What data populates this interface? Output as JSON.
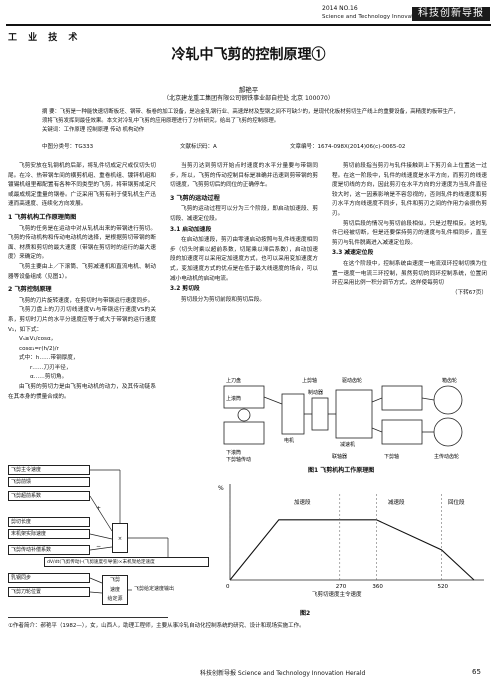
{
  "header": {
    "issue": "2014  NO.16",
    "journal_en": "Science and Technology Innovation Herald",
    "badge": "科技创新导报",
    "section": "工 业 技 术"
  },
  "article": {
    "title": "冷轧中飞剪的控制原理①",
    "author": "郝艳平",
    "affiliation": "（北京建龙重工集团有限公司钢铁事业部自控处   北京   100070）",
    "abstract": "摘  要：飞剪是一种能快速切断板坯、钢带、板卷的加工设备，是冶金轧钢行业、高速焊材及型钢之间不可缺少的，是现代化板材剪切生产线上的重要设备，高精度的板带生产，须将飞剪发挥到最佳效果。本文对冷轧中飞剪的应用原理进行了分析研究，给出了飞剪的控制原理。",
    "keywords": "关键词：工作原理   控制原理   传动   机构动作",
    "clc": "中图分类号：TG333",
    "doc_code": "文献标识码：A",
    "article_no": "文章编号：1674-098X(2014)06(c)-0065-02"
  },
  "col1": {
    "intro": "飞剪安放在轧钢机的后部，将轧件切成定尺或仅切头切尾。在冷、热带钢车间的横剪机组、重卷机组、镀锌机组和镀锡机组里都配置有各种不同类型的飞剪，将带钢剪成定尺或最成规定重量的钢卷。广泛采用飞剪有利于使轧机生产迅速而高速度、连续化方向发展。",
    "h1": "1  飞剪机构工作原理简图",
    "p1": "飞剪的任务是在运动中对从轧机出来的带钢进行剪切。飞剪的传动机构和传动电动机的选择，是根据剪切带钢的断面、材质和剪切的最大速度（带钢在剪切时的运行的最大速度）来确定的。",
    "p2": "飞剪主要由上／下滚筒、飞剪减速机和直流电机、制动器等设备组成（见图1）。",
    "h2": "2  飞剪控制原理",
    "p3": "飞剪的刀片旋转速度，在剪切时与带钢运行速度同步。",
    "p4": "飞剪刀盘上的刀刃切线速度V₁与带钢运行速度VS的关系，剪切时刀片的水平分速度应等于或大于带钢的运行速度V₁，如下式：",
    "f1": "Vₛ≥V₁/cosα，",
    "f2": "cosα₁=r(h/2)/r",
    "f3": "式中：h……带钢厚度，",
    "f4": "r……刀刃半径，",
    "f5": "α……剪切角。",
    "p5": "由飞剪的剪切力是由飞剪电动机的动力，及其传动链系在其本身的惯量合成的。"
  },
  "col2": {
    "p1": "当剪刃达到剪切开始点时速度的水平分量要与带钢同步，所以，飞剪的传动控制目标是准确并迅速到剪带钢的剪切速度，飞剪剪切后的同位的正确停车。",
    "h3": "3  飞剪的运动过程",
    "p2": "飞剪的运动过程可以分为三个阶段，即启动加速段、剪切段、减速定位段。",
    "h31": "3.1  启动加速段",
    "p3": "在启动加速段，剪刃由零速启动按照与轧件线速度相同步（切头时乘以超前系数，切尾乘以滞后系数），启动加速段的加速度可以采用定加速度方式，也可以采用变加速度方式，变加速度方式的优点是在低于最大线速度的场合，可以减小电动机的启动电流。",
    "h32": "3.2  剪切段",
    "p4": "剪切段分为剪切前段和剪切后段。"
  },
  "col3": {
    "p1": "剪切前段指当剪刃与轧件接触到上下剪刃合上位置这一过程。在这一阶段中，轧件的线速度是水平方向，而剪刃的线速度是切线的方向，因此剪刃在水平方向的分速度为当轧件直径较大时，这一因素影响是不容忽视的，否则轧件的线速度和剪刃水平方向线速度不同步，轧件和剪刃之间的作用力会损伤剪刃。",
    "p2": "剪切后段的情况与剪切前段相似，只是过程相反。这时轧件已经被切断，但是还要保持剪刃的速度与轧件相同步，直至剪刃与轧件脱离进入减速定位段。",
    "h33": "3.3  减速定位段",
    "p3": "在这个阶段中，控制系统由速度一电流双环控制切换为位置一速度一电流三环控制，虽然剪切的同环控制系统，位置闭环应采用比例一积分调节方式，这样使每剪切",
    "cont": "（下转67页）"
  },
  "figure1": {
    "caption": "图1  飞剪机构工作原理图",
    "labels": [
      "上刀盘",
      "驱动齿轮",
      "箱齿轮",
      "上剪轴",
      "上滚筒",
      "电机",
      "制动器",
      "减速机",
      "下滚筒",
      "下剪轴传动",
      "联轴器",
      "下剪轴",
      "主传动齿轮"
    ]
  },
  "figure2": {
    "caption": "图2",
    "boxes": [
      "飞剪主令速度",
      "飞剪前馈",
      "飞剪超前系数",
      "剪切长度",
      "末机架实际速度",
      "飞剪传动补偿系数",
      "乳钢同步",
      "飞剪刀轮位置",
      "飞剪",
      "速度",
      "给定源",
      "飞剪给定速度输出"
    ],
    "formula": "dV/dt(飞剪传动)-(飞剪速度引导值)×末机架给定速度",
    "sign_x": "×",
    "sign_plus": "+",
    "sign_minus": "−"
  },
  "chart_data": {
    "type": "line",
    "title": "",
    "xlabel": "飞剪切速度主令速度",
    "ylabel": "%",
    "x_ticks": [
      0,
      270,
      360,
      520
    ],
    "regions": [
      "加速段",
      "减速段",
      "回位段"
    ],
    "x": [
      0,
      120,
      270,
      330,
      360,
      520,
      600
    ],
    "y": [
      0,
      70,
      70,
      70,
      70,
      35,
      0
    ],
    "labels": {
      "x0": "0",
      "x270": "270",
      "x360": "360",
      "x520": "520"
    }
  },
  "footer": {
    "footnote": "①作者简介：郝艳平（1982—），女，山西人，助理工程师，主要从事冷轧自动化控制系统的研究、设计和现场实施工作。",
    "bar": "科技创新导报   Science and Technology Innovation Herald",
    "page": "65"
  }
}
